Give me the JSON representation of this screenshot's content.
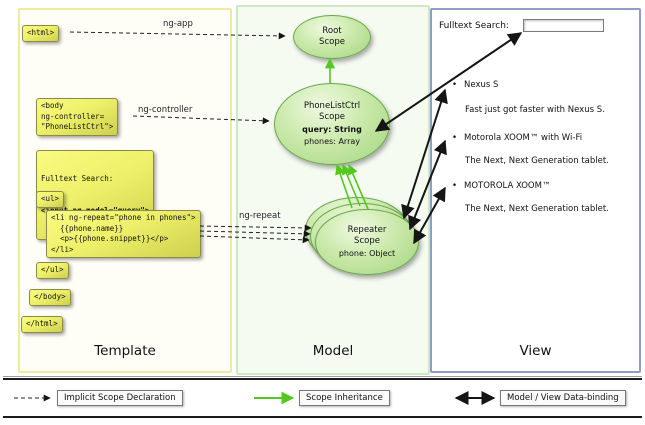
{
  "columns": {
    "template": "Template",
    "model": "Model",
    "view": "View"
  },
  "arrow_labels": {
    "ng_app": "ng-app",
    "ng_controller": "ng-controller",
    "ng_repeat": "ng-repeat"
  },
  "template_code": {
    "html_open": "<html>",
    "body_open": "<body\nng-controller=\n\"PhoneListCtrl\">",
    "fulltext_label": "Fulltext Search:",
    "fulltext_input": "<input ng-model=\"query\">",
    "ul_open": "<ul>",
    "li_repeat": "<li ng-repeat=\"phone in phones\">\n  {{phone.name}}\n  <p>{{phone.snippet}}</p>\n</li>",
    "ul_close": "</ul>",
    "body_close": "</body>",
    "html_close": "</html>"
  },
  "model": {
    "root_scope": "Root\nScope",
    "phonelist_title": "PhoneListCtrl\nScope",
    "phonelist_query": "query: String",
    "phonelist_phones": "phones: Array",
    "repeater_title": "Repeater\nScope",
    "repeater_phone": "phone: Object"
  },
  "view": {
    "search_label": "Fulltext Search:",
    "search_value": "",
    "items": [
      {
        "title": "Nexus S",
        "desc": "Fast just got faster with Nexus S."
      },
      {
        "title": "Motorola XOOM™ with Wi-Fi",
        "desc": "The Next, Next Generation tablet."
      },
      {
        "title": "MOTOROLA XOOM™",
        "desc": "The Next, Next Generation tablet."
      }
    ]
  },
  "legend": {
    "implicit": "Implicit Scope Declaration",
    "inheritance": "Scope Inheritance",
    "binding": "Model / View Data-binding"
  },
  "colors": {
    "inheritance_green": "#54c81e",
    "arrow_black": "#151515",
    "code_yellow": "#eef06a",
    "scope_green": "#b6e29a",
    "template_border": "#eeeb9c",
    "model_border": "#cde9c4",
    "view_border": "#8f9cc9"
  }
}
